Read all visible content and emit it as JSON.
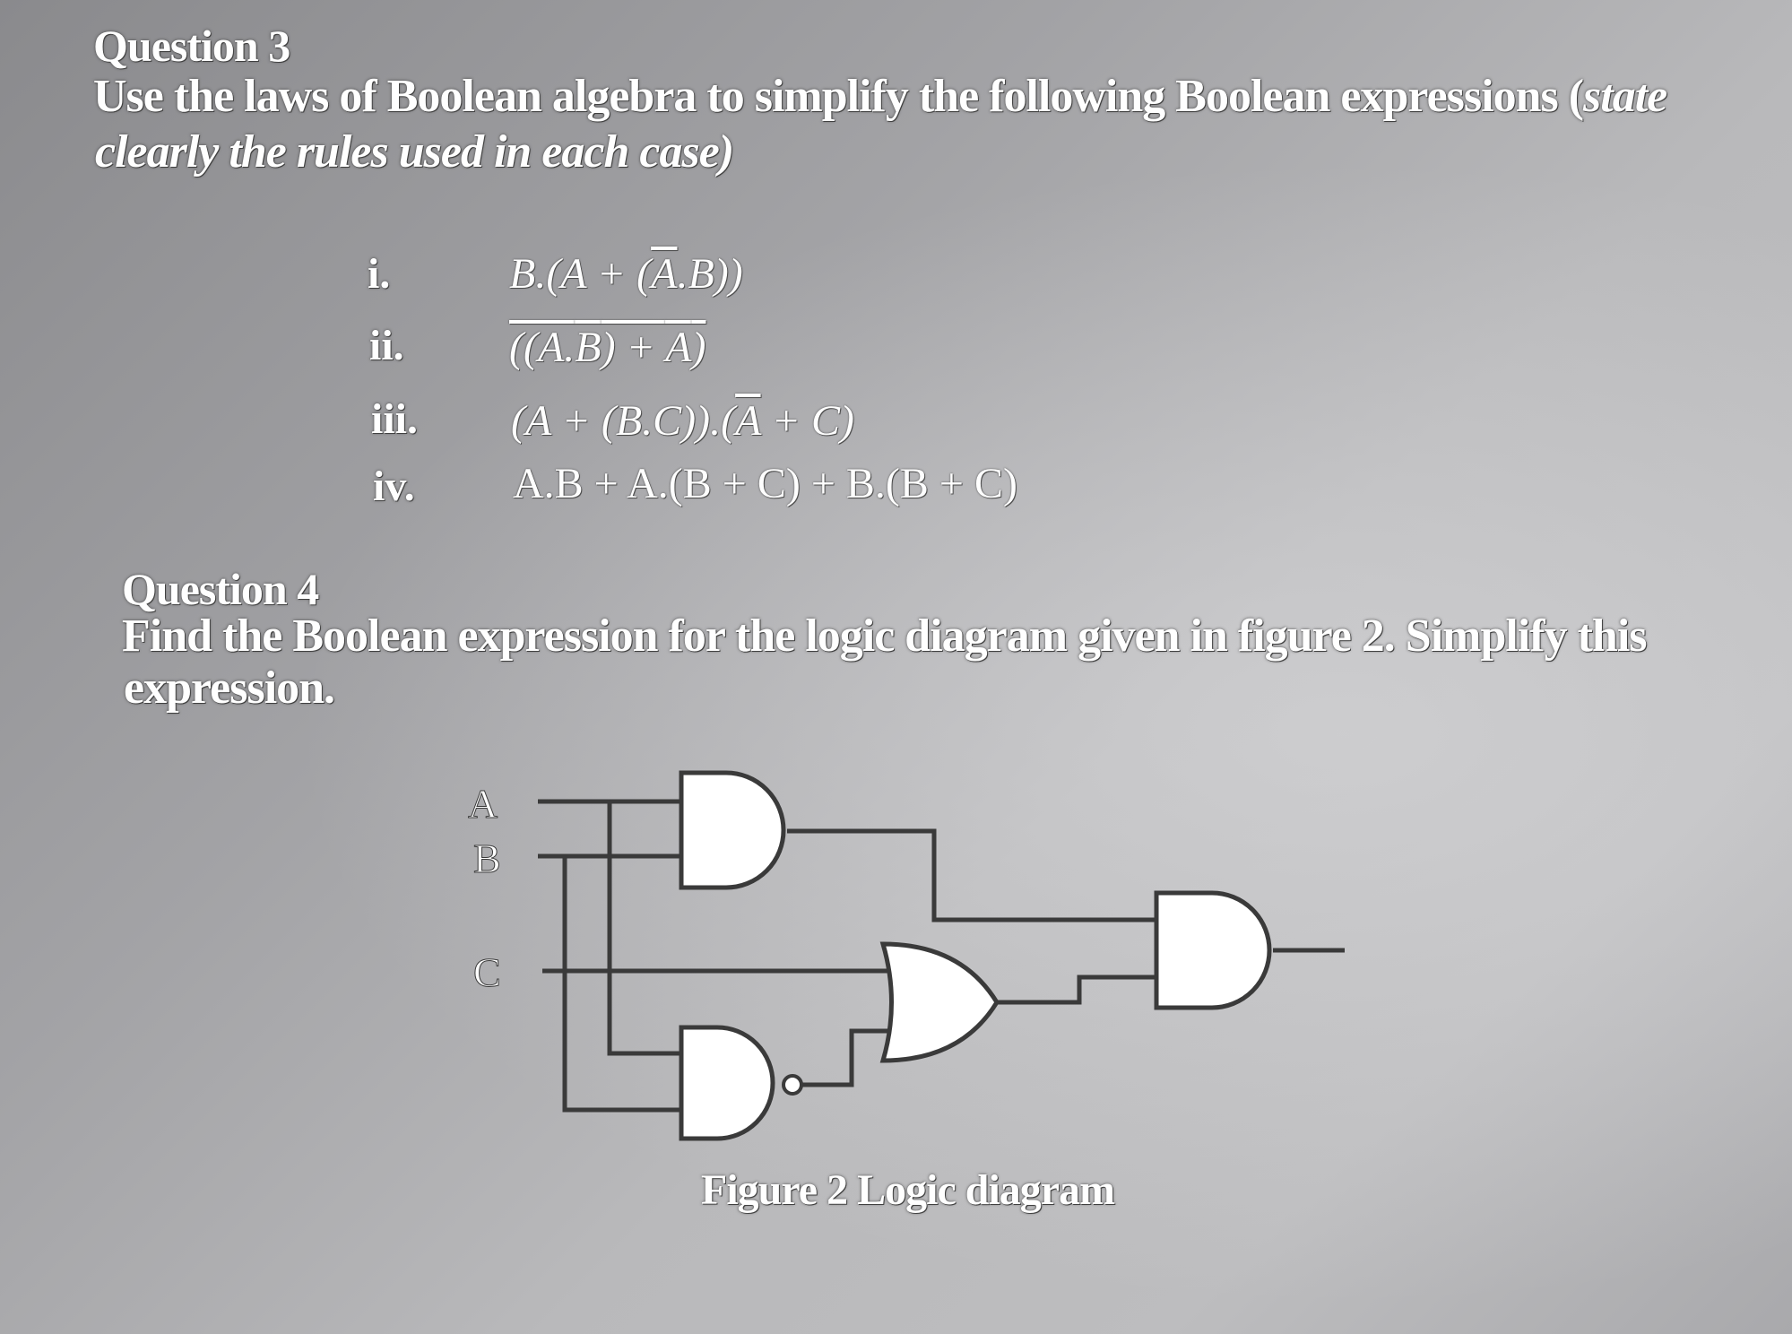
{
  "question3": {
    "title": "Question 3",
    "intro_line1": "Use the laws of Boolean algebra to simplify the following Boolean expressions (",
    "intro_line1_italic": "state",
    "intro_line2": "clearly the rules used in each case)",
    "items": [
      {
        "numeral": "i."
      },
      {
        "numeral": "ii."
      },
      {
        "numeral": "iii."
      },
      {
        "numeral": "iv."
      }
    ],
    "expr_iv": "A.B + A.(B + C) + B.(B + C)"
  },
  "question4": {
    "title": "Question 4",
    "line1": "Find the Boolean expression for the logic diagram given in figure 2. Simplify this",
    "line2": "expression."
  },
  "figure": {
    "inputs": {
      "a": "A",
      "b": "B",
      "c": "C"
    },
    "caption": "Figure 2 Logic diagram"
  }
}
